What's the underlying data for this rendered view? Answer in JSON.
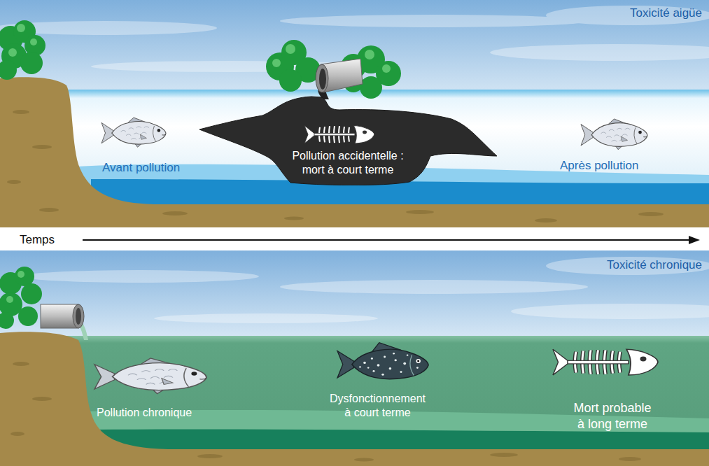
{
  "diagram": {
    "nodes": [
      {
        "text": [
          "Pollution accidentelle : mort à court terme"
        ]
      }
    ],
    "labels": [
      "Toxicité aigüe",
      "Avant pollution",
      "Après pollution",
      "Temps",
      "Toxicité chronique",
      "Pollution chronique",
      "Dysfonctionnement à court terme",
      "Mort probable à long terme"
    ]
  }
}
